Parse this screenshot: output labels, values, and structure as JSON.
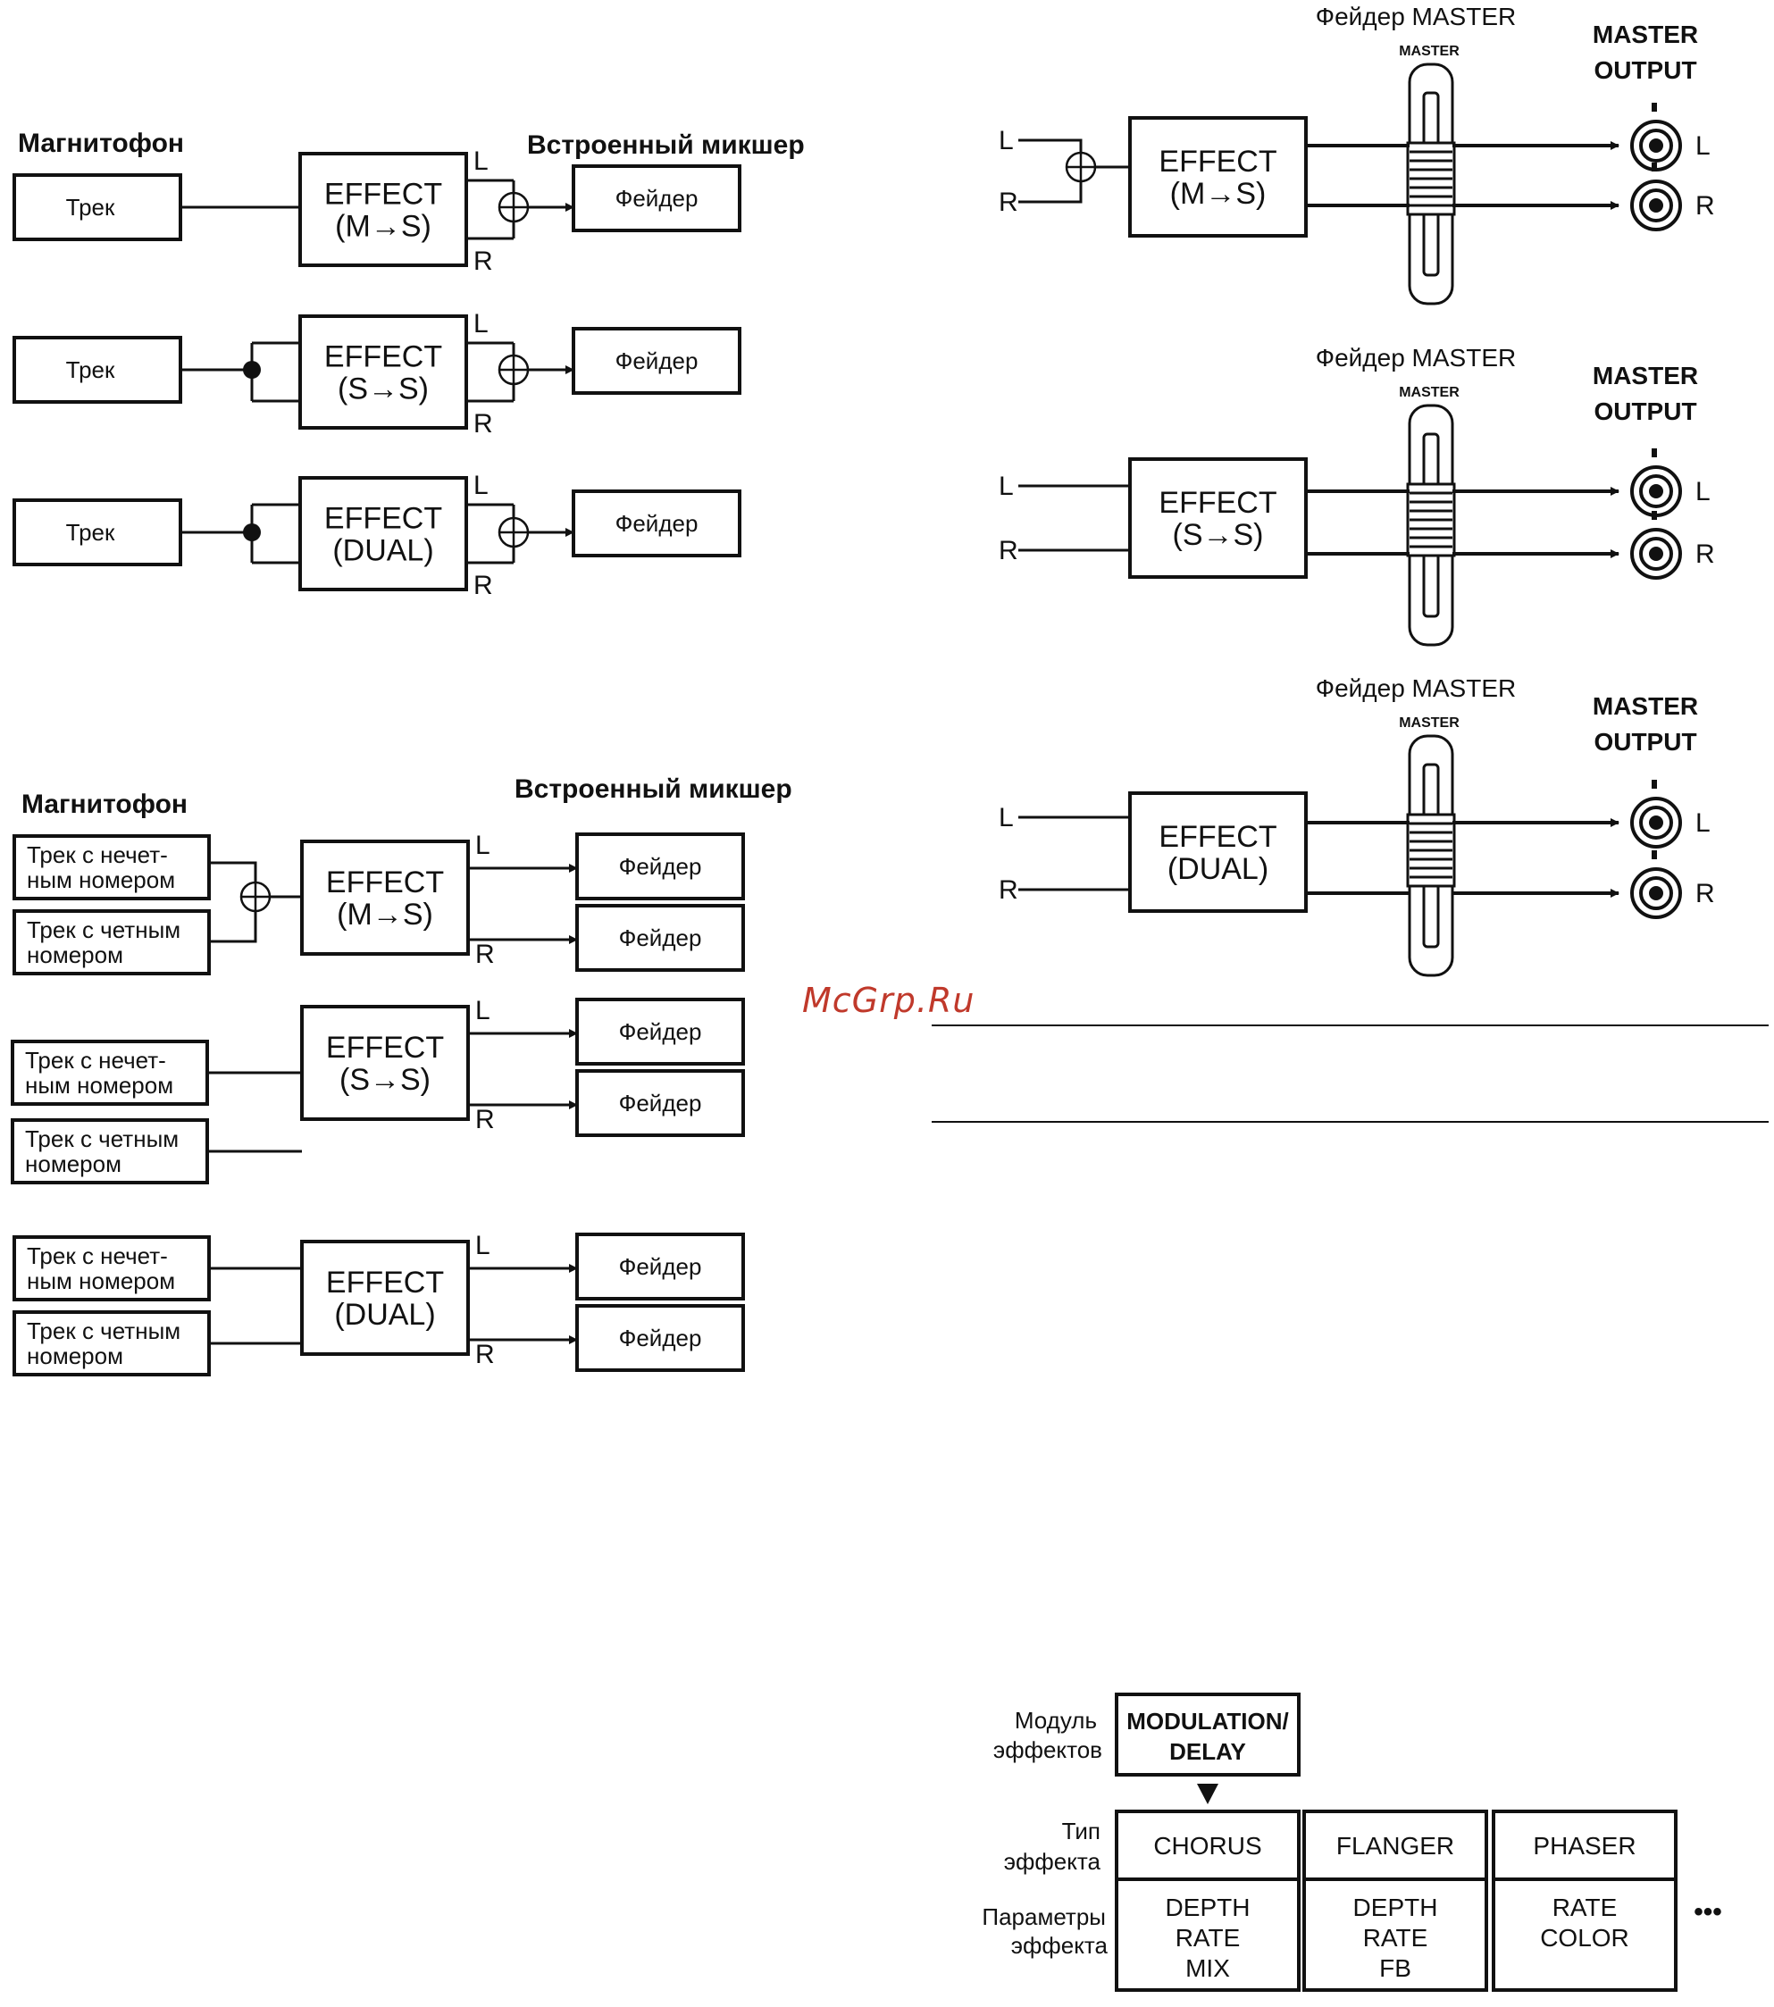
{
  "labels": {
    "recorder": "Магнитофон",
    "mixer": "Встроенный микшер",
    "track": "Трек",
    "fader": "Фейдер",
    "odd_track_line1": "Трек с нечет-",
    "odd_track_line2": "ным номером",
    "even_track_line1": "Трек с четным",
    "even_track_line2": "номером",
    "effect": "EFFECT",
    "L": "L",
    "R": "R",
    "master_fader": "Фейдер MASTER",
    "master_small": "MASTER",
    "master_output_line1": "MASTER",
    "master_output_line2": "OUTPUT"
  },
  "modes": [
    "(M→S)",
    "(S→S)",
    "(DUAL)"
  ],
  "watermark": "McGrp.Ru",
  "effect_table": {
    "module_label_line1": "Модуль",
    "module_label_line2": "эффектов",
    "module_line1": "MODULATION/",
    "module_line2": "DELAY",
    "type_label_line1": "Тип",
    "type_label_line2": "эффекта",
    "param_label_line1": "Параметры",
    "param_label_line2": "эффекта",
    "effects": [
      {
        "name": "CHORUS",
        "params": [
          "DEPTH",
          "RATE",
          "MIX"
        ]
      },
      {
        "name": "FLANGER",
        "params": [
          "DEPTH",
          "RATE",
          "FB"
        ]
      },
      {
        "name": "PHASER",
        "params": [
          "RATE",
          "COLOR"
        ]
      }
    ],
    "more": "•••"
  }
}
